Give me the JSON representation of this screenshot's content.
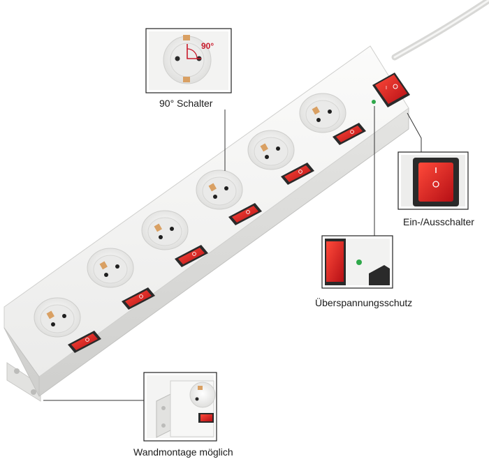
{
  "callouts": {
    "switch_90": {
      "caption": "90° Schalter",
      "angle_label": "90°"
    },
    "main_switch": {
      "caption": "Ein-/Ausschalter"
    },
    "surge": {
      "caption": "Überspannungsschutz"
    },
    "wall_mount": {
      "caption": "Wandmontage möglich"
    }
  },
  "product": {
    "outlet_count": 6,
    "switch_count": 6,
    "colors": {
      "housing": "#f2f2f0",
      "switch_red": "#d0161c",
      "switch_frame": "#2a2a2a",
      "led_green": "#2fa84a",
      "contact_brass": "#d9a063"
    }
  }
}
